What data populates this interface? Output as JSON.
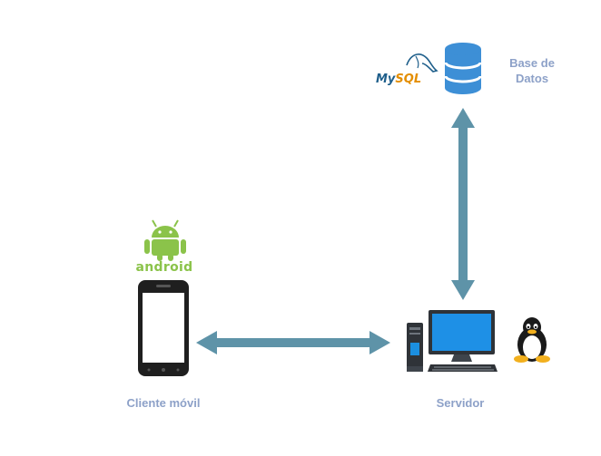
{
  "nodes": {
    "database": {
      "label_line1": "Base de",
      "label_line2": "Datos",
      "logo": "MySQL",
      "icon": "database-cylinder-icon"
    },
    "server": {
      "label": "Servidor",
      "icon": "desktop-computer-icon",
      "os_icon": "linux-tux-icon"
    },
    "client": {
      "label": "Cliente móvil",
      "logo": "android",
      "icon": "smartphone-icon"
    }
  },
  "connections": [
    {
      "from": "server",
      "to": "database",
      "direction": "bidirectional"
    },
    {
      "from": "client",
      "to": "server",
      "direction": "bidirectional"
    }
  ],
  "colors": {
    "label": "#8da1c8",
    "arrow": "#5e93a8",
    "db_blue": "#3d8fd6",
    "android_green": "#8bc34a",
    "mysql_blue": "#1f5f8b",
    "mysql_orange": "#e48e00"
  }
}
